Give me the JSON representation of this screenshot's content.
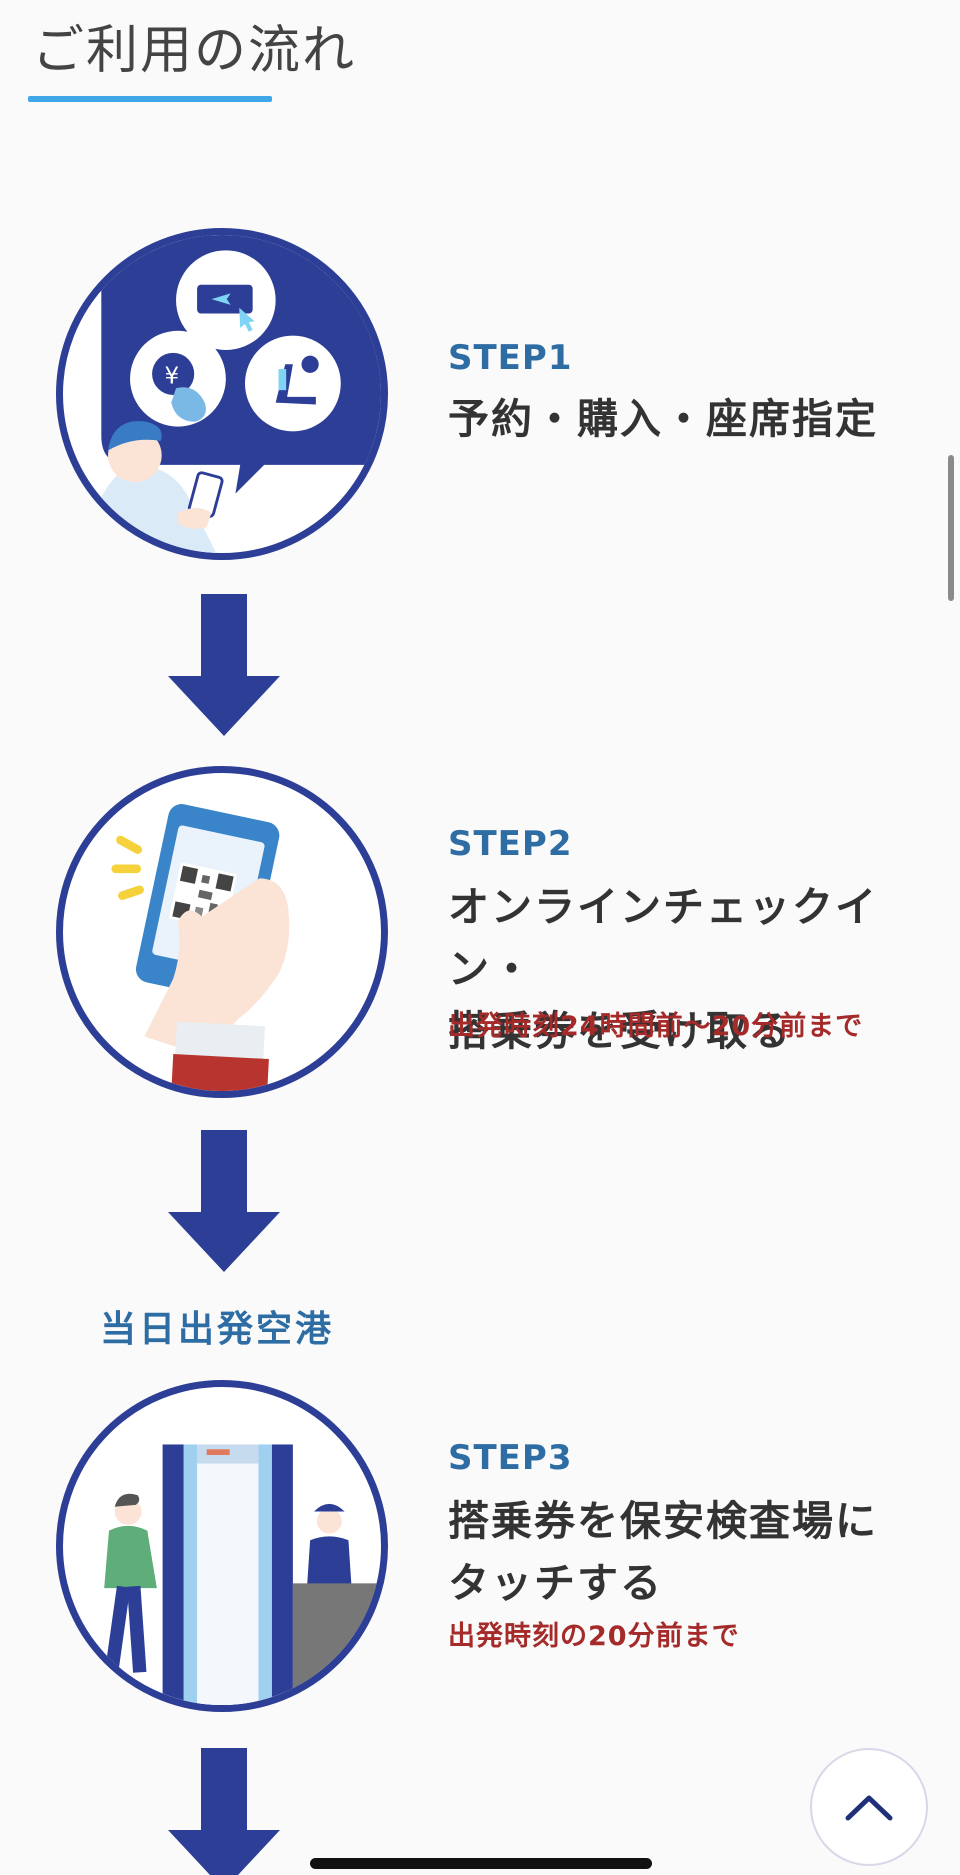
{
  "page": {
    "title": "ご利用の流れ"
  },
  "steps": [
    {
      "label": "STEP1",
      "title_lines": [
        "予約・購入・座席指定"
      ],
      "note": ""
    },
    {
      "label": "STEP2",
      "title_lines": [
        "オンラインチェックイン・",
        "搭乗券を受け取る"
      ],
      "note": "出発時刻24時間前〜20分前まで"
    },
    {
      "label": "STEP3",
      "title_lines": [
        "搭乗券を保安検査場に",
        "タッチする"
      ],
      "note": "出発時刻の20分前まで"
    }
  ],
  "airport_label": "当日出発空港",
  "icons": {
    "step1": "booking-illustration-icon",
    "step2": "smartphone-qr-icon",
    "step3": "security-gate-icon",
    "back_to_top": "chevron-up-icon"
  },
  "colors": {
    "accent_blue": "#3fa7e8",
    "navy": "#2c3e96",
    "step_label": "#2e6da4",
    "note_red": "#a52a2a"
  }
}
